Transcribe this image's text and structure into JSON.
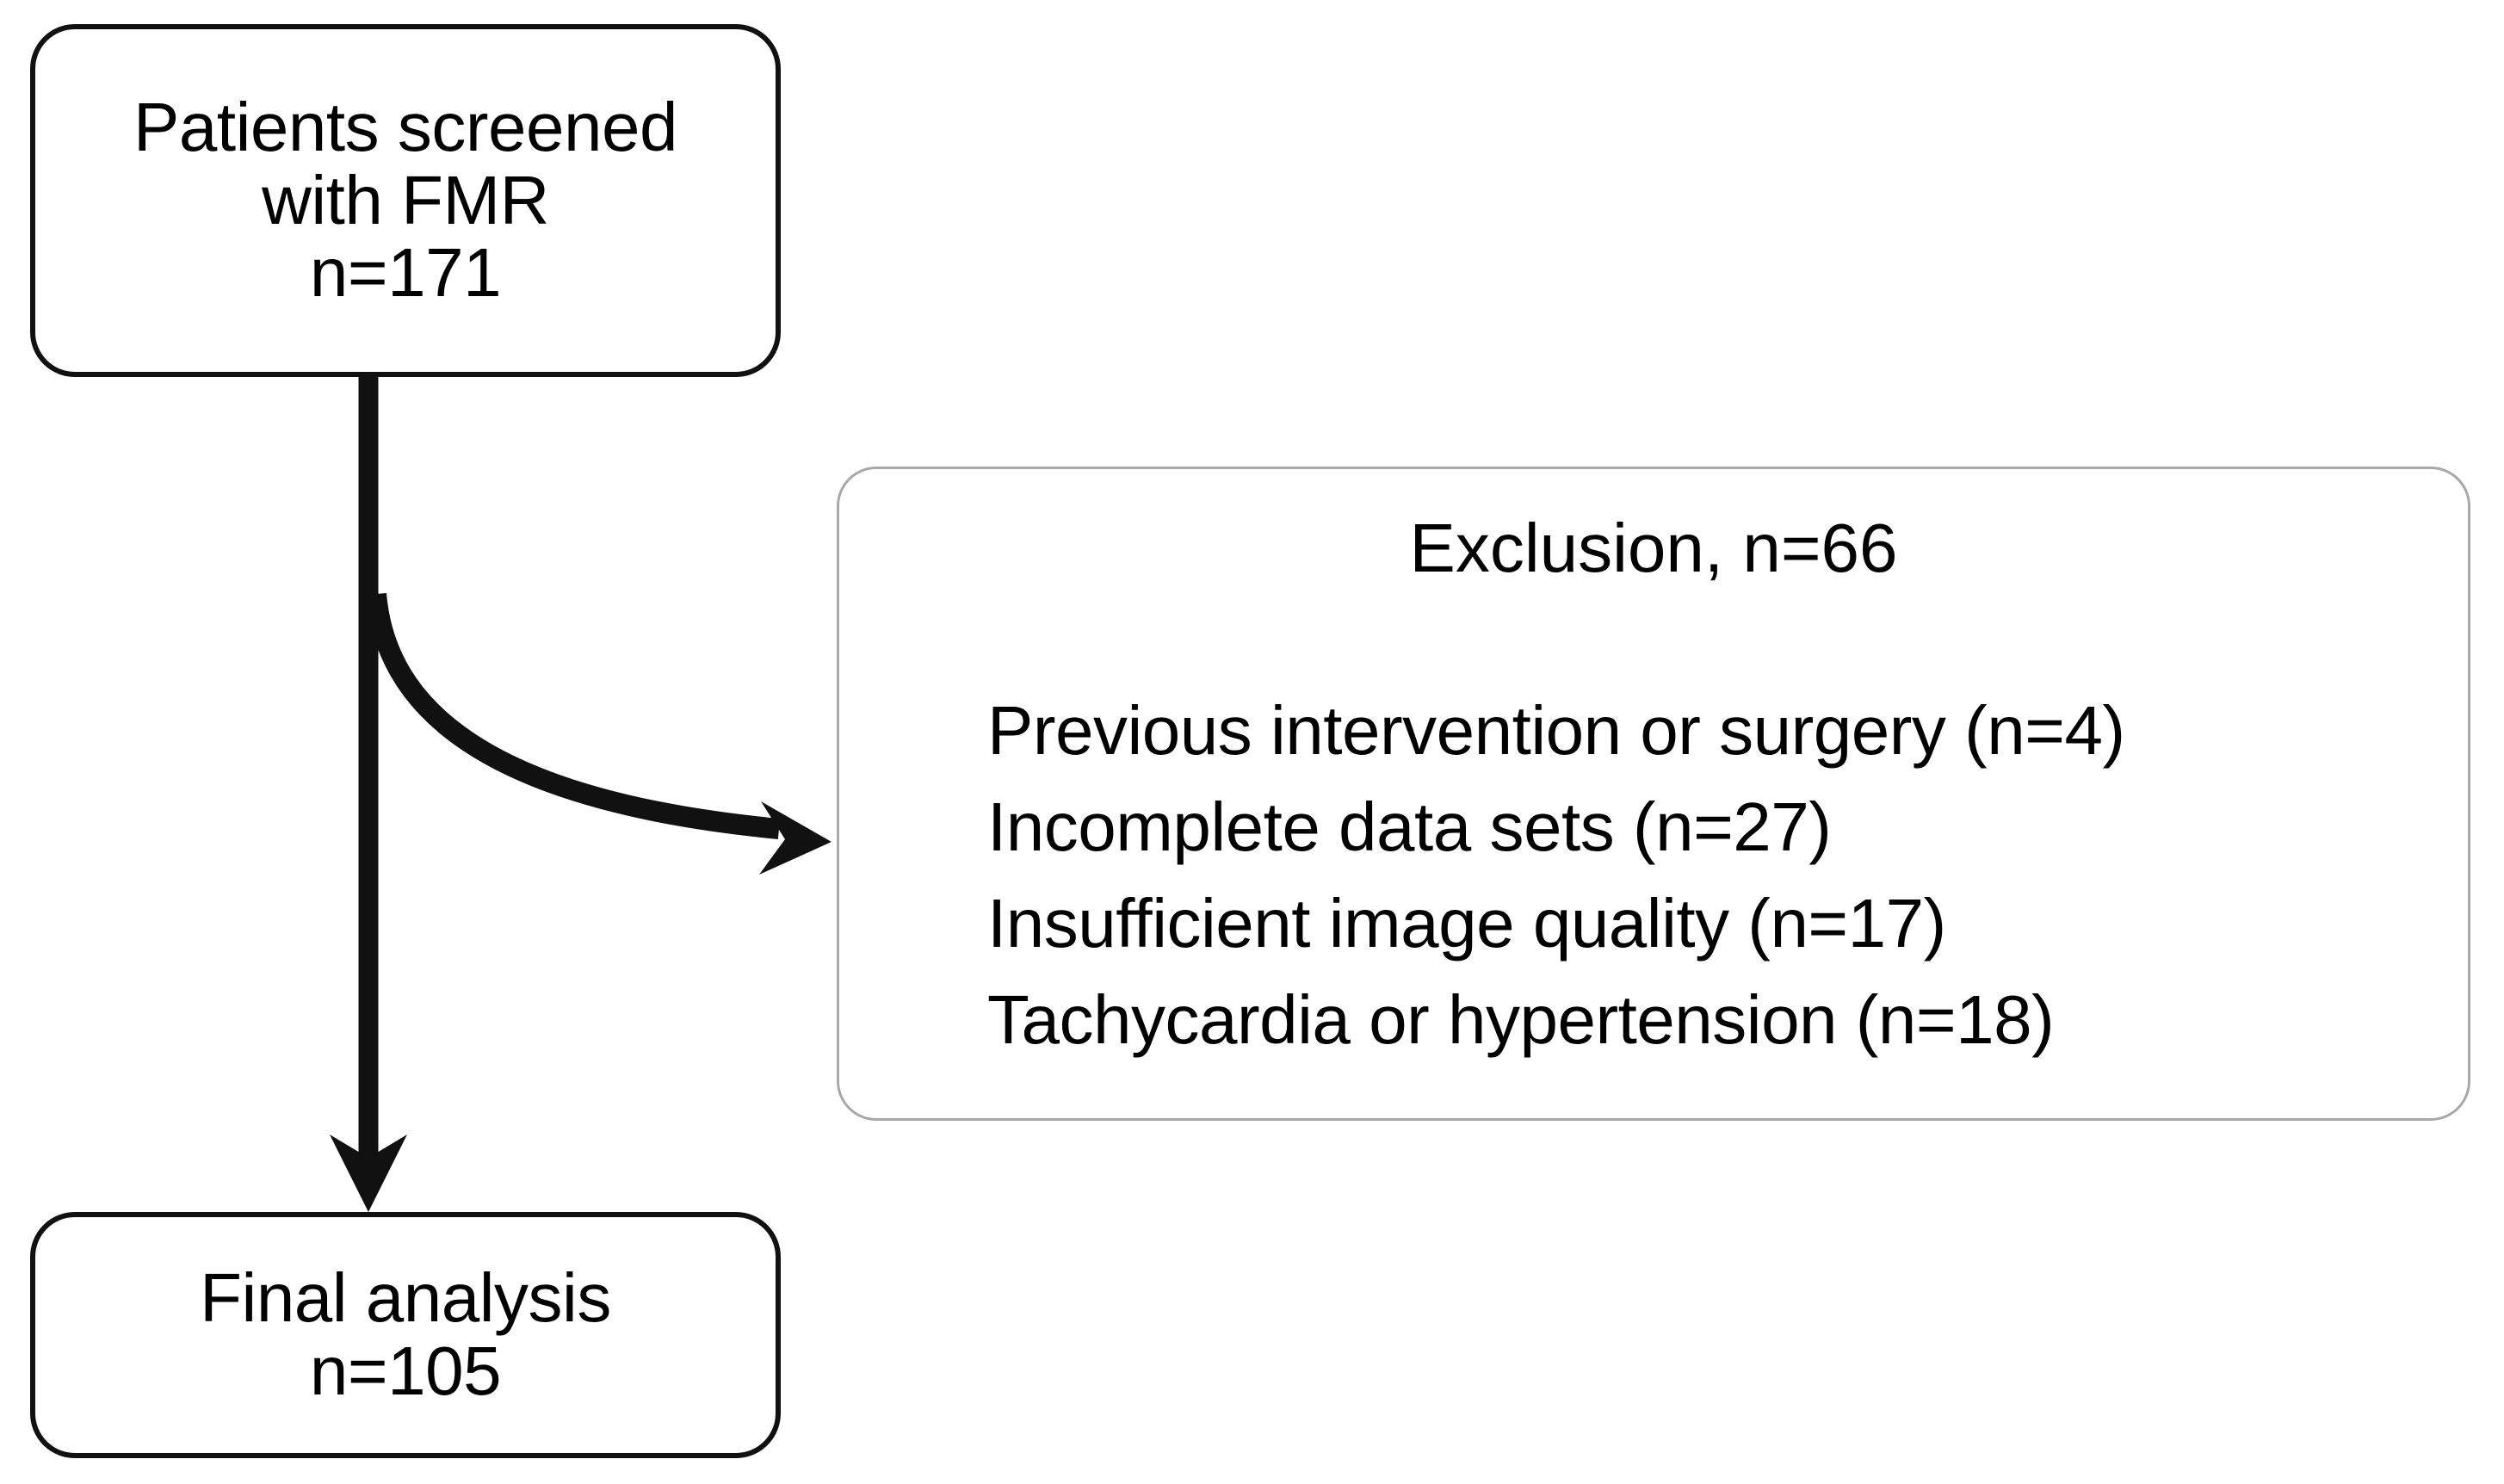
{
  "diagram": {
    "type": "flowchart",
    "title_present": false,
    "background_color": "#ffffff",
    "stroke_color": "#111111",
    "light_stroke_color": "#a8a8a8",
    "nodes": {
      "screened": {
        "lines": [
          "Patients screened",
          "with FMR",
          "n=171"
        ],
        "count_label": "n=171",
        "count_value": 171
      },
      "final": {
        "lines": [
          "Final analysis",
          "n=105"
        ],
        "count_label": "n=105",
        "count_value": 105
      },
      "exclusion": {
        "heading": "Exclusion, n=66",
        "count_label": "n=66",
        "count_value": 66,
        "reasons": [
          "Previous intervention or surgery (n=4)",
          "Incomplete data sets (n=27)",
          "Insufficient image quality (n=17)",
          "Tachycardia or hypertension (n=18)"
        ],
        "reason_counts": [
          4,
          27,
          17,
          18
        ]
      }
    },
    "edges": [
      {
        "from": "screened",
        "to": "final",
        "style": "straight-vertical-arrow",
        "arrowhead": "filled-triangle"
      },
      {
        "from": "screened",
        "to": "exclusion",
        "style": "curved-branch-arrow",
        "arrowhead": "filled-chevron"
      }
    ]
  }
}
